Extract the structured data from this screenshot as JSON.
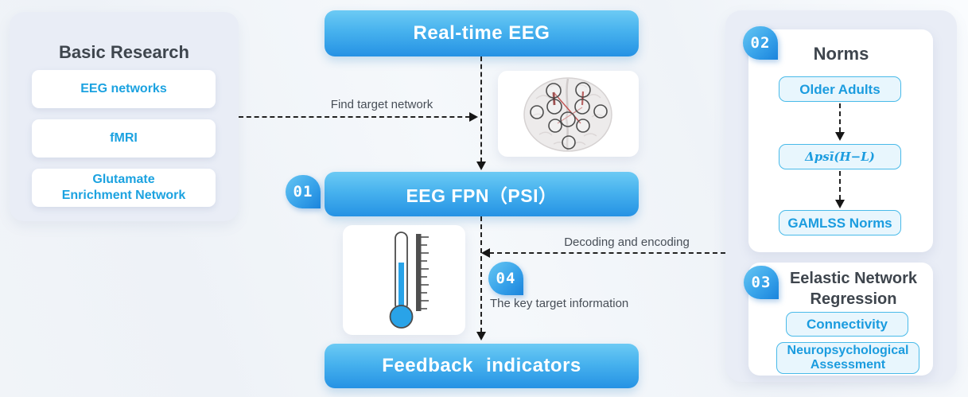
{
  "left_panel": {
    "title": "Basic Research",
    "items": [
      "EEG networks",
      "fMRI",
      "Glutamate\nEnrichment Network"
    ]
  },
  "center": {
    "realtime_banner": "Real-time EEG",
    "fpn_banner": "EEG FPN（PSI）",
    "feedback_banner": "Feedback indicators",
    "badge_01": "01",
    "badge_04": "04",
    "find_target_label": "Find target network",
    "decoding_label": "Decoding and encoding",
    "key_target_label": "The key target information"
  },
  "right_panel": {
    "norms": {
      "badge": "02",
      "title": "Norms",
      "items": [
        "Older Adults",
        "Δpsī(H−L)",
        "GAMLSS Norms"
      ]
    },
    "regression": {
      "badge": "03",
      "title": "Eelastic Network\nRegression",
      "items": [
        "Connectivity",
        "Neuropsychological\nAssessment"
      ]
    }
  },
  "colors": {
    "accent_blue": "#1b9cdf",
    "banner_top": "#6ccaf4",
    "banner_bottom": "#2592e4",
    "panel_bg": "#e9edf6",
    "box_border": "#49bae9",
    "box_fill": "#e8f6fd",
    "dark_text": "#3e454d",
    "connector": "#222222",
    "red_link": "#a32222"
  }
}
